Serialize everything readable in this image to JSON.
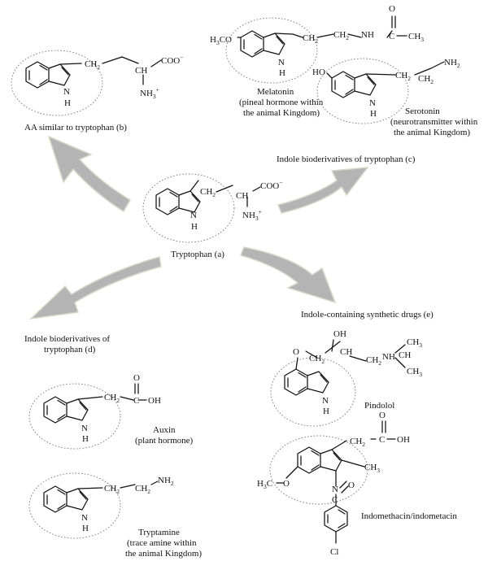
{
  "title": "",
  "captions": {
    "tryptophan": "Tryptophan (a)",
    "aa_similar": "AA similar to tryptophan (b)",
    "indole_bio_c": "Indole bioderivatives of tryptophan (c)",
    "synthetic_e": "Indole-containing synthetic drugs (e)",
    "indole_bio_d_1": "Indole bioderivatives of",
    "indole_bio_d_2": "tryptophan (d)",
    "melatonin_1": "Melatonin",
    "melatonin_2": "(pineal hormone within",
    "melatonin_3": "the animal Kingdom)",
    "serotonin_1": "Serotonin",
    "serotonin_2": "(neurotransmitter within",
    "serotonin_3": "the animal Kingdom)",
    "auxin_1": "Auxin",
    "auxin_2": "(plant hormone)",
    "tryptamine_1": "Tryptamine",
    "tryptamine_2": "(trace amine within",
    "tryptamine_3": "the animal Kingdom)",
    "pindolol": "Pindolol",
    "indomethacin": "Indomethacin/indometacin"
  },
  "atoms": {
    "H": "H",
    "N": "N",
    "O": "O",
    "Cl": "Cl",
    "C": "C",
    "CH": "CH",
    "CH2": "CH",
    "two": "2",
    "three": "3",
    "NH": "NH",
    "OH": "OH",
    "HO": "HO",
    "NH3": "NH",
    "NH2": "NH",
    "COO": "COO",
    "minus": "−",
    "plus": "+",
    "H3CO": "H",
    "CH3": "CH",
    "OCH3_tail": "CO"
  }
}
